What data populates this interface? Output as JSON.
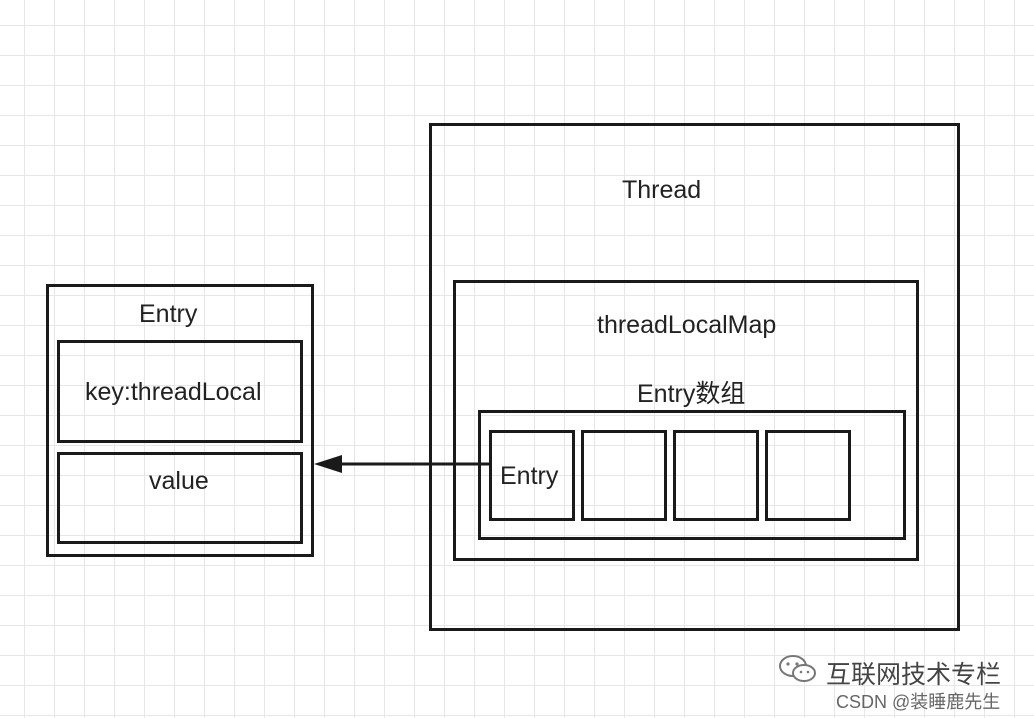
{
  "thread": {
    "label": "Thread",
    "map": {
      "label": "threadLocalMap",
      "array_label": "Entry数组",
      "cells": [
        {
          "label": "Entry"
        },
        {
          "label": ""
        },
        {
          "label": ""
        },
        {
          "label": ""
        }
      ]
    }
  },
  "entry": {
    "title": "Entry",
    "key_label": "key:threadLocal",
    "value_label": "value"
  },
  "watermark": {
    "line1": "互联网技术专栏",
    "line2": "CSDN @装睡鹿先生"
  },
  "colors": {
    "stroke": "#1a1a1a",
    "grid": "#e6e6e6",
    "text": "#222222"
  },
  "icons": {
    "watermark": "wechat-icon"
  }
}
